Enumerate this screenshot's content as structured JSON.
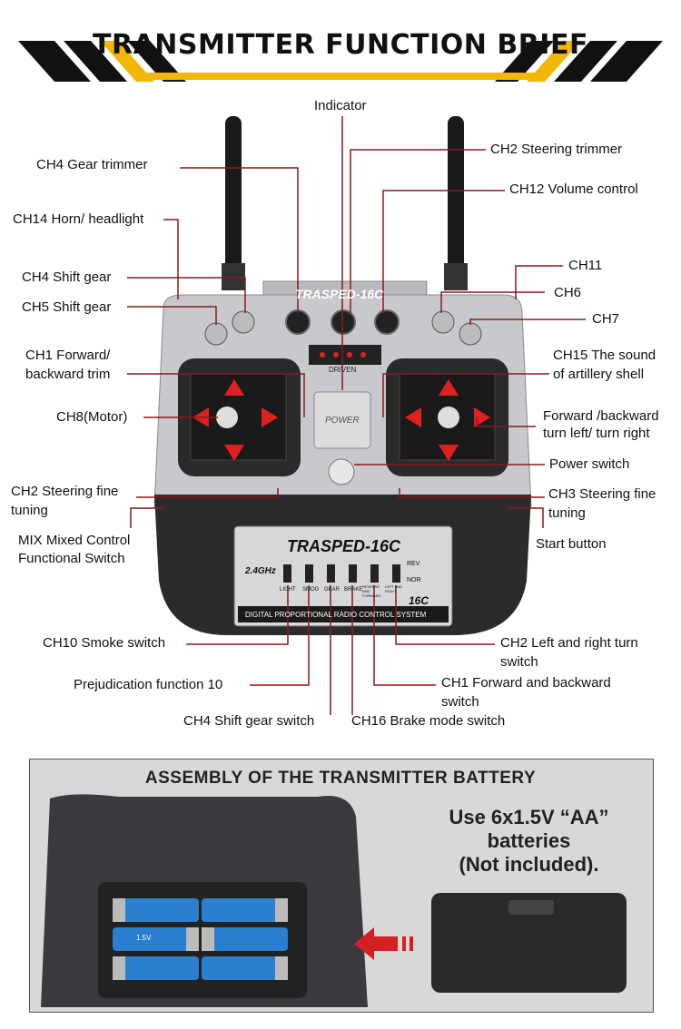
{
  "header": {
    "title": "TRANSMITTER FUNCTION BRIEF"
  },
  "brand": {
    "logo": "TRASPED-16C",
    "frequency": "2.4GHz",
    "model": "16C",
    "power_label": "POWER",
    "driven": "DRIVEN",
    "system_text": "DIGITAL PROPORTIONAL RADIO CONTROL SYSTEM"
  },
  "switch_labels": [
    "LIGHT",
    "SMOG",
    "GEAR",
    "BRAKE",
    "REVERSE AND FORWARD",
    "LEFT AND RIGHT"
  ],
  "rev_nor": {
    "rev": "REV",
    "nor": "NOR"
  },
  "labels": {
    "indicator": "Indicator",
    "ch4_gear_trimmer": "CH4 Gear trimmer",
    "ch2_steering_trimmer": "CH2 Steering trimmer",
    "ch12_volume": "CH12 Volume control",
    "ch14_horn": "CH14 Horn/ headlight",
    "ch11": "CH11",
    "ch4_shift": "CH4 Shift gear",
    "ch6": "CH6",
    "ch5_shift": "CH5 Shift gear",
    "ch7": "CH7",
    "ch1_trim_1": "CH1 Forward/",
    "ch1_trim_2": "backward trim",
    "ch15_1": "CH15 The sound",
    "ch15_2": "of artillery shell",
    "ch8_motor": "CH8(Motor)",
    "fwd_1": "Forward /backward",
    "fwd_2": "turn left/ turn right",
    "power_switch": "Power switch",
    "ch2_fine_1": "CH2 Steering fine",
    "ch2_fine_2": "tuning",
    "ch3_fine_1": "CH3 Steering fine",
    "ch3_fine_2": "tuning",
    "mix_1": "MIX Mixed Control",
    "mix_2": "Functional Switch",
    "start_button": "Start button",
    "ch10_smoke": "CH10 Smoke switch",
    "ch2_lr_1": "CH2 Left and right turn",
    "ch2_lr_2": "switch",
    "prejudication": "Prejudication function 10",
    "ch1_fb_1": "CH1 Forward and backward",
    "ch1_fb_2": "switch",
    "ch4_shift_switch": "CH4 Shift gear switch",
    "ch16_brake": "CH16 Brake mode switch"
  },
  "battery": {
    "title": "ASSEMBLY OF THE TRANSMITTER BATTERY",
    "note_1": "Use 6x1.5V “AA”",
    "note_2": "batteries",
    "note_3": "(Not included).",
    "cell_label": "1.5V"
  },
  "colors": {
    "accent_yellow": "#f2b705",
    "arrow_red": "#e02020",
    "body_silver": "#c8c9cc",
    "body_dark": "#2b2b2e",
    "battery_blue": "#2a7fd0"
  }
}
